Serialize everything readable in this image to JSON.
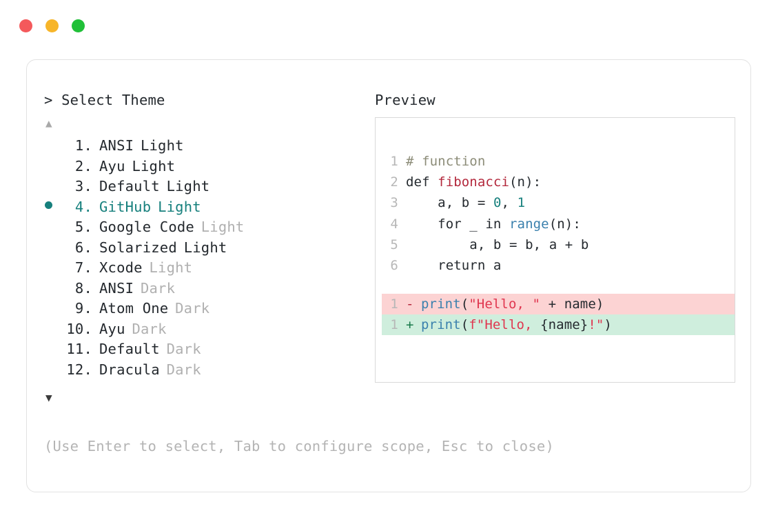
{
  "window": {
    "traffic_lights": [
      {
        "name": "close",
        "color": "#f4595b"
      },
      {
        "name": "minimize",
        "color": "#f7b529"
      },
      {
        "name": "maximize",
        "color": "#20c038"
      }
    ]
  },
  "left_panel": {
    "prompt": "> Select Theme",
    "scroll_up_arrow": "▲",
    "scroll_down_arrow": "▼",
    "selected_index": 4,
    "selected_color": "#17807d",
    "bullet_glyph": "●",
    "themes": [
      {
        "num": "1.",
        "name": "ANSI",
        "variant": "Light",
        "variant_dim": false
      },
      {
        "num": "2.",
        "name": "Ayu",
        "variant": "Light",
        "variant_dim": false
      },
      {
        "num": "3.",
        "name": "Default",
        "variant": "Light",
        "variant_dim": false
      },
      {
        "num": "4.",
        "name": "GitHub",
        "variant": "Light",
        "variant_dim": false
      },
      {
        "num": "5.",
        "name": "Google Code",
        "variant": "Light",
        "variant_dim": true
      },
      {
        "num": "6.",
        "name": "Solarized",
        "variant": "Light",
        "variant_dim": false
      },
      {
        "num": "7.",
        "name": "Xcode",
        "variant": "Light",
        "variant_dim": true
      },
      {
        "num": "8.",
        "name": "ANSI",
        "variant": "Dark",
        "variant_dim": true
      },
      {
        "num": "9.",
        "name": "Atom One",
        "variant": "Dark",
        "variant_dim": true
      },
      {
        "num": "10.",
        "name": "Ayu",
        "variant": "Dark",
        "variant_dim": true
      },
      {
        "num": "11.",
        "name": "Default",
        "variant": "Dark",
        "variant_dim": true
      },
      {
        "num": "12.",
        "name": "Dracula",
        "variant": "Dark",
        "variant_dim": true
      }
    ]
  },
  "right_panel": {
    "heading": "Preview",
    "code_lines": [
      {
        "ln": "1",
        "tokens": [
          {
            "t": "# function",
            "k": "comment"
          }
        ]
      },
      {
        "ln": "2",
        "tokens": [
          {
            "t": "def ",
            "k": "keyword"
          },
          {
            "t": "fibonacci",
            "k": "func"
          },
          {
            "t": "(n):",
            "k": "plain"
          }
        ]
      },
      {
        "ln": "3",
        "tokens": [
          {
            "t": "    a, b = ",
            "k": "plain"
          },
          {
            "t": "0",
            "k": "number"
          },
          {
            "t": ", ",
            "k": "plain"
          },
          {
            "t": "1",
            "k": "number"
          }
        ]
      },
      {
        "ln": "4",
        "tokens": [
          {
            "t": "    for _ in ",
            "k": "plain"
          },
          {
            "t": "range",
            "k": "builtin"
          },
          {
            "t": "(n):",
            "k": "plain"
          }
        ]
      },
      {
        "ln": "5",
        "tokens": [
          {
            "t": "        a, b = b, a + b",
            "k": "plain"
          }
        ]
      },
      {
        "ln": "6",
        "tokens": [
          {
            "t": "    return a",
            "k": "plain"
          }
        ]
      }
    ],
    "diff_lines": [
      {
        "ln": "1",
        "sign": "-",
        "kind": "del",
        "tokens": [
          {
            "t": "print",
            "k": "call"
          },
          {
            "t": "(",
            "k": "plain"
          },
          {
            "t": "\"Hello, \"",
            "k": "string"
          },
          {
            "t": " + name)",
            "k": "plain"
          }
        ]
      },
      {
        "ln": "1",
        "sign": "+",
        "kind": "add",
        "tokens": [
          {
            "t": "print",
            "k": "call"
          },
          {
            "t": "(",
            "k": "plain"
          },
          {
            "t": "f\"Hello, ",
            "k": "string"
          },
          {
            "t": "{name}",
            "k": "plain"
          },
          {
            "t": "!\"",
            "k": "string"
          },
          {
            "t": ")",
            "k": "plain"
          }
        ]
      }
    ],
    "diff_colors": {
      "deleted_bg": "#fcd3d3",
      "added_bg": "#cfeedd",
      "minus_sign": "#b3283c",
      "plus_sign": "#19794a"
    }
  },
  "footer": {
    "hint": "(Use Enter to select, Tab to configure scope, Esc to close)"
  }
}
